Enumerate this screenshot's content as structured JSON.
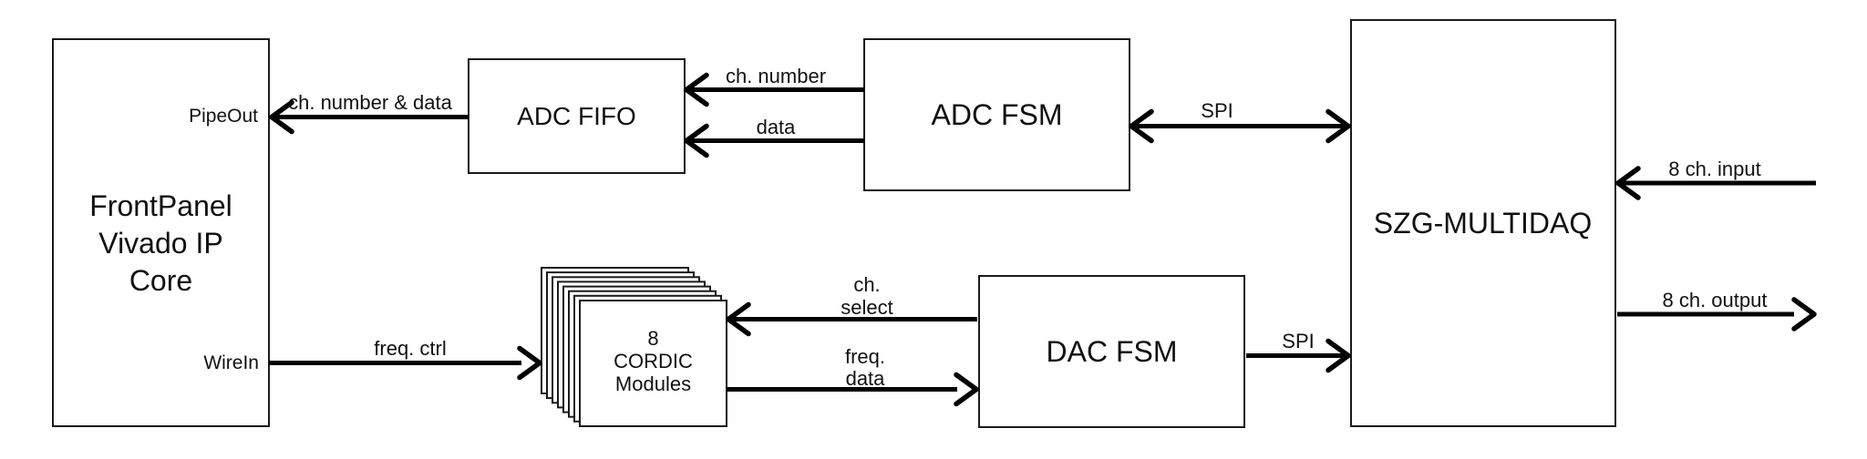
{
  "nodes": {
    "frontpanel": {
      "lines": [
        "FrontPanel",
        "Vivado IP",
        "Core"
      ],
      "ports": {
        "pipeout": "PipeOut",
        "wirein": "WireIn"
      }
    },
    "adc_fifo": {
      "label": "ADC FIFO"
    },
    "adc_fsm": {
      "label": "ADC FSM"
    },
    "cordic": {
      "lines": [
        "8",
        "CORDIC",
        "Modules"
      ],
      "stack_count": 8
    },
    "dac_fsm": {
      "label": "DAC FSM"
    },
    "szg": {
      "label": "SZG-MULTIDAQ"
    }
  },
  "edges": {
    "fifo_to_frontpanel": {
      "label": "ch. number & data",
      "from": "ADC FIFO",
      "to": "FrontPanel Vivado IP Core (PipeOut)"
    },
    "fsm_to_fifo_ch": {
      "label": "ch. number",
      "from": "ADC FSM",
      "to": "ADC FIFO"
    },
    "fsm_to_fifo_data": {
      "label": "data",
      "from": "ADC FSM",
      "to": "ADC FIFO"
    },
    "adc_spi": {
      "label": "SPI",
      "from": "ADC FSM",
      "to": "SZG-MULTIDAQ",
      "bidirectional": true
    },
    "ch_input": {
      "label": "8 ch. input",
      "to": "SZG-MULTIDAQ"
    },
    "ch_output": {
      "label": "8 ch. output",
      "from": "SZG-MULTIDAQ"
    },
    "wirein_to_cordic": {
      "label": "freq. ctrl",
      "from": "FrontPanel Vivado IP Core (WireIn)",
      "to": "8 CORDIC Modules"
    },
    "dac_to_cordic": {
      "lines": [
        "ch.",
        "select"
      ],
      "from": "DAC FSM",
      "to": "8 CORDIC Modules"
    },
    "cordic_to_dac": {
      "lines": [
        "freq.",
        "data"
      ],
      "from": "8 CORDIC Modules",
      "to": "DAC FSM"
    },
    "dac_spi": {
      "label": "SPI",
      "from": "DAC FSM",
      "to": "SZG-MULTIDAQ"
    }
  },
  "colors": {
    "background": "#ffffff",
    "box_fill": "#ffffff",
    "box_border": "#1a1a1a",
    "arrow": "#000000",
    "text": "#111111"
  }
}
